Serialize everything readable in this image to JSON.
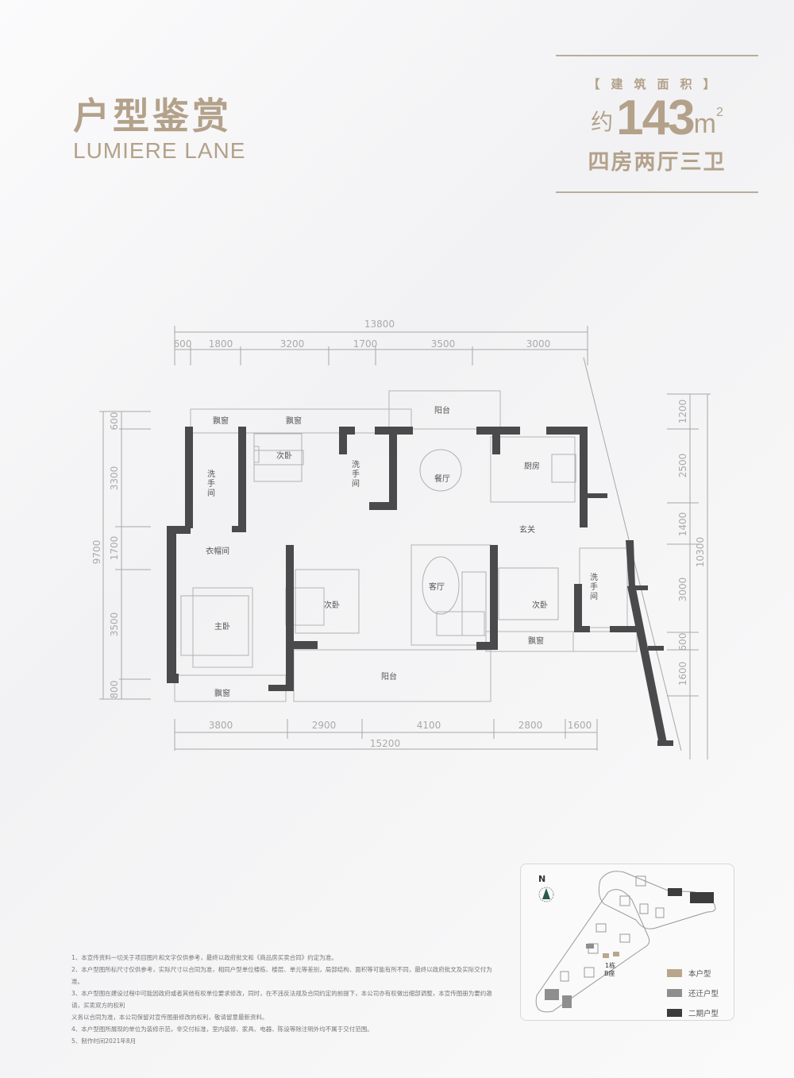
{
  "header": {
    "title_cn": "户型鉴赏",
    "title_en": "LUMIERE LANE"
  },
  "area": {
    "label": "【建筑面积】",
    "prefix": "约",
    "value": "143",
    "unit": "m",
    "unit_sup": "2",
    "layout": "四房两厅三卫"
  },
  "dimensions": {
    "top_total": "13800",
    "top_segments": [
      "600",
      "1800",
      "3200",
      "1700",
      "3500",
      "3000"
    ],
    "bottom_segments": [
      "3800",
      "2900",
      "4100",
      "2800",
      "1600"
    ],
    "bottom_total": "15200",
    "left_total": "9700",
    "left_segments": [
      "600",
      "3300",
      "1700",
      "3500",
      "800"
    ],
    "right_total": "10300",
    "right_segments": [
      "1200",
      "2500",
      "1400",
      "3000",
      "600",
      "1600"
    ]
  },
  "rooms": {
    "bay_window_1": "飘窗",
    "bay_window_2": "飘窗",
    "bay_window_3": "飘窗",
    "bay_window_4": "飘窗",
    "bathroom_1": "洗手间",
    "bathroom_2": "洗手间",
    "bathroom_3": "洗手间",
    "bedroom_2a": "次卧",
    "bedroom_2b": "次卧",
    "bedroom_2c": "次卧",
    "master": "主卧",
    "closet": "衣帽间",
    "dining": "餐厅",
    "kitchen": "厨房",
    "living": "客厅",
    "foyer": "玄关",
    "balcony_top": "阳台",
    "balcony_bottom": "阳台"
  },
  "notes": [
    "1、本宣传资料一切关于项目图片和文字仅供参考，最终以政府批文和《商品房买卖合同》约定为准。",
    "2、本户型图所标尺寸仅供参考，实际尺寸以合同为准，相同户型单位楼栋、楼层、单元等差别，局部结构、面积等可能有所不同，最终以政府批文及实际交付为准。",
    "3、本户型图在建设过程中可能因政府或者其他有权单位要求修改，同时，在不违反法规及合同约定的前提下，本公司亦有权做出细部调整，本宣传图册为要约邀请，买卖双方的权利",
    "义务以合同为准，本公司保留对宣传图册修改的权利，敬请留意最新资料。",
    "4、本户型图所展现的单位为装修示范，非交付标准，室内装修、家具、电器、陈设等除注明外均不属于交付范围。",
    "5、制作时间2021年8月"
  ],
  "site_map": {
    "north": "N",
    "building_label_1": "1栋",
    "building_label_2": "B座",
    "legend": [
      {
        "label": "本户型",
        "color": "#b9a68c"
      },
      {
        "label": "还迁户型",
        "color": "#8e8e8e"
      },
      {
        "label": "二期户型",
        "color": "#3c3c3c"
      }
    ]
  },
  "colors": {
    "accent": "#b3a18a",
    "wall": "#4a4a4c",
    "line": "#9a9a9a"
  }
}
